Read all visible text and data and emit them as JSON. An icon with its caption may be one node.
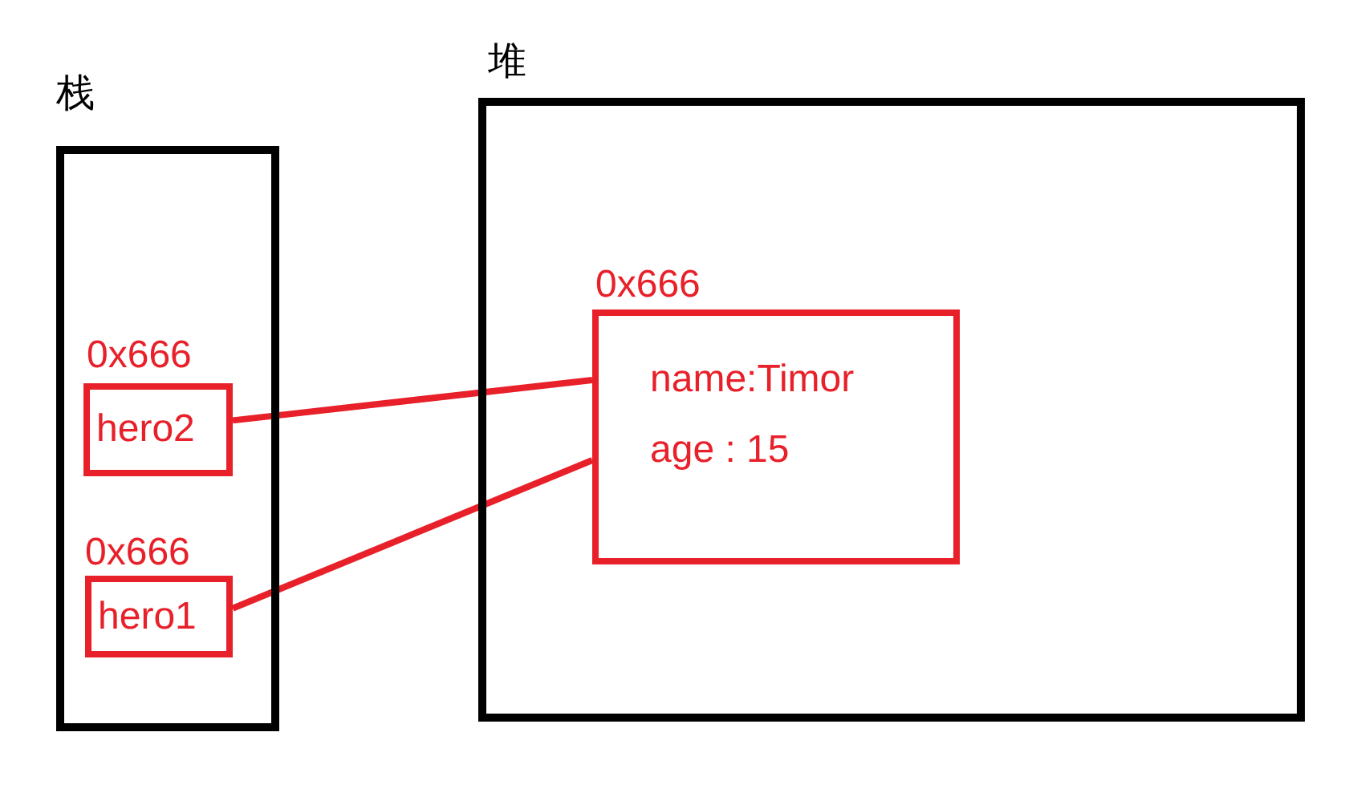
{
  "diagram": {
    "nodes": [
      {
        "text": [
          "栈"
        ]
      },
      {
        "text": [
          "堆"
        ]
      },
      {
        "text": [
          "hero2"
        ],
        "beside": [
          "0x666"
        ],
        "in": 0
      },
      {
        "text": [
          "hero1"
        ],
        "beside": [
          "0x666"
        ],
        "in": 0
      },
      {
        "text": [
          "name:Timor",
          "age : 15"
        ],
        "beside": [
          "0x666"
        ],
        "in": 1
      }
    ],
    "edges": [
      {
        "from": 2,
        "to": 4,
        "arrow": "none"
      },
      {
        "from": 3,
        "to": 4,
        "arrow": "none"
      }
    ]
  }
}
